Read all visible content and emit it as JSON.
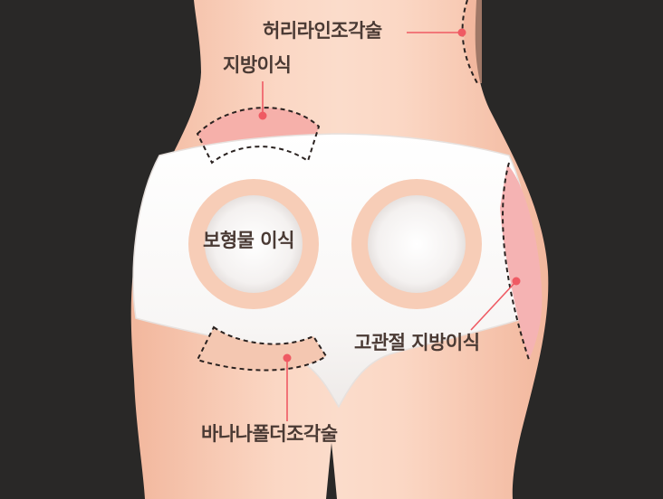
{
  "labels": {
    "waist_contour": "허리라인조각술",
    "fat_graft_top": "지방이식",
    "implant_graft": "보형물 이식",
    "hip_fat_graft": "고관절 지방이식",
    "banana_fold_contour": "바나나폴더조각술"
  },
  "colors": {
    "background": "#292827",
    "skin": "#f6c4ac",
    "skin_light": "#fbdccb",
    "underwear": "#fafafa",
    "highlight_zone": "#f4a3a3",
    "implant_ring": "#f7cdb7",
    "marker": "#ef5a63",
    "label_text": "#4a3a34"
  },
  "icons": {
    "marker": "red-dot-marker"
  }
}
